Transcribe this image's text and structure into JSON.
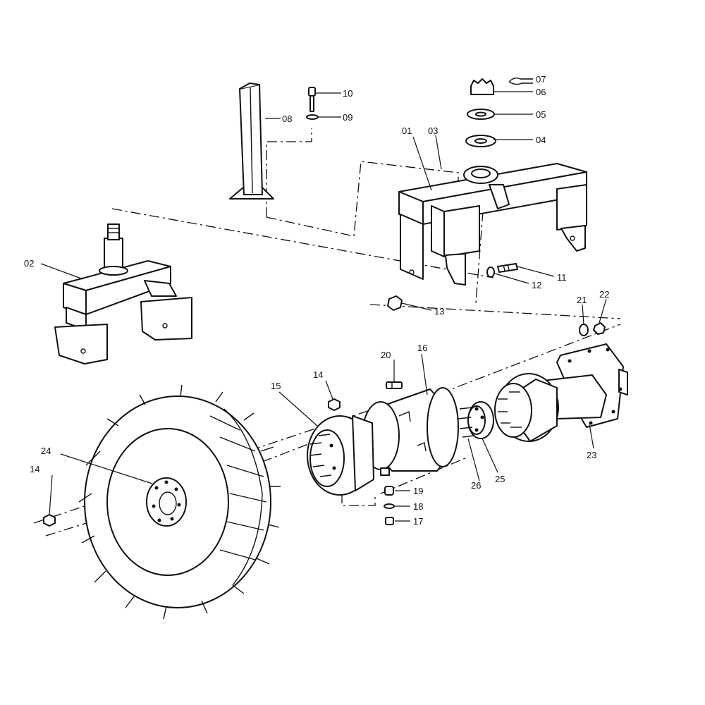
{
  "callouts": {
    "p01": "01",
    "p02": "02",
    "p03": "03",
    "p04": "04",
    "p05": "05",
    "p06": "06",
    "p07": "07",
    "p08": "08",
    "p09": "09",
    "p10": "10",
    "p11": "11",
    "p12": "12",
    "p13": "13",
    "p14a": "14",
    "p14b": "14",
    "p15": "15",
    "p16": "16",
    "p17": "17",
    "p18": "18",
    "p19": "19",
    "p20": "20",
    "p21": "21",
    "p22": "22",
    "p23": "23",
    "p24": "24",
    "p25": "25",
    "p26": "26"
  },
  "colors": {
    "ink": "#111111",
    "paper": "#ffffff"
  }
}
